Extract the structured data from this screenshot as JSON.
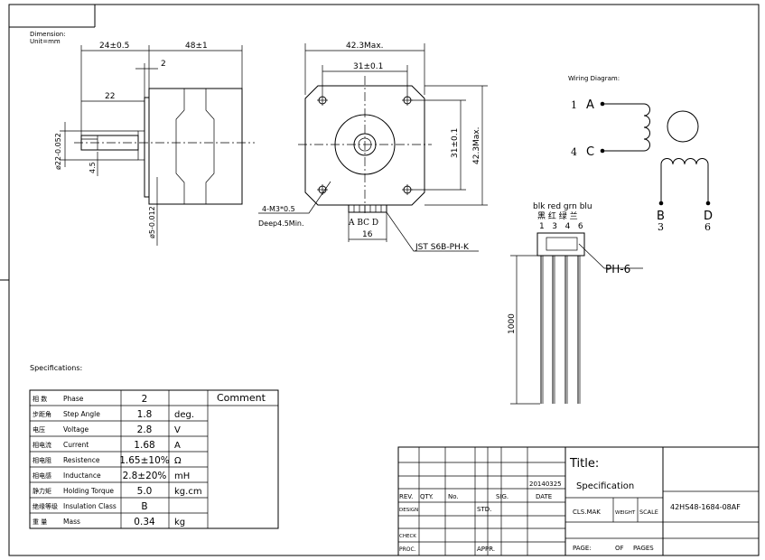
{
  "header": {
    "dimension_label": "Dimension:",
    "unit_label": "Unit=mm"
  },
  "side_view": {
    "dim_body_length": "24±0.5",
    "dim_body_depth": "48±1",
    "dim_flange": "2",
    "dim_shaft_flat": "22",
    "dim_shaft_diameter": "ø22-0.052",
    "dim_offset": "4.5",
    "dim_shaft_tol": "ø5-0.012"
  },
  "front_view": {
    "dim_width": "42.3Max.",
    "dim_hole_spacing": "31±0.1",
    "dim_hole_spacing_v": "31±0.1",
    "dim_height": "42.3Max.",
    "screw_note": "4-M3*0.5",
    "depth_note": "Deep4.5Min.",
    "connector_pins": "A BC D",
    "connector_width": "16",
    "connector_label": "JST S6B-PH-K"
  },
  "wiring": {
    "title": "Wiring Diagram:",
    "pin1_num": "1",
    "pin1_letter": "A",
    "pin4_num": "4",
    "pin4_letter": "C",
    "pinB_letter": "B",
    "pinB_num": "3",
    "pinD_letter": "D",
    "pinD_num": "6"
  },
  "cable": {
    "colors_en": "blk red grn blu",
    "colors_cn": "黑 红 绿 兰",
    "pin_numbers": "1   3   4   6",
    "housing_label": "PH-6",
    "length": "1000"
  },
  "specifications": {
    "title": "Specifications:",
    "comment_header": "Comment",
    "rows": [
      {
        "cn": "相  数",
        "en": "Phase",
        "value": "2",
        "unit": ""
      },
      {
        "cn": "步距角",
        "en": "Step Angle",
        "value": "1.8",
        "unit": "deg."
      },
      {
        "cn": "电压",
        "en": "Voltage",
        "value": "2.8",
        "unit": "V"
      },
      {
        "cn": "相电流",
        "en": "Current",
        "value": "1.68",
        "unit": "A"
      },
      {
        "cn": "相电阻",
        "en": "Resistence",
        "value": "1.65±10%",
        "unit": "Ω"
      },
      {
        "cn": "相电感",
        "en": "Inductance",
        "value": "2.8±20%",
        "unit": "mH"
      },
      {
        "cn": "静力矩",
        "en": "Holding Torque",
        "value": "5.0",
        "unit": "kg.cm"
      },
      {
        "cn": "绝缘等级",
        "en": "Insulation Class",
        "value": "B",
        "unit": ""
      },
      {
        "cn": "重  量",
        "en": "Mass",
        "value": "0.34",
        "unit": "kg"
      }
    ]
  },
  "title_block": {
    "date_value": "20140325",
    "rev": "REV.",
    "qty": "QTY.",
    "no": "No.",
    "sig": "SIG.",
    "date": "DATE",
    "design": "DESIGN",
    "std": "STD.",
    "check": "CHECK",
    "proc": "PROC.",
    "appr": "APPR.",
    "title_label": "Title:",
    "title_value": "Specification",
    "cls_mak": "CLS.MAK",
    "weight": "WEIGHT",
    "scale": "SCALE",
    "part_number": "42HS48-1684-08AF",
    "page": "PAGE:",
    "of": "OF",
    "pages": "PAGES"
  }
}
